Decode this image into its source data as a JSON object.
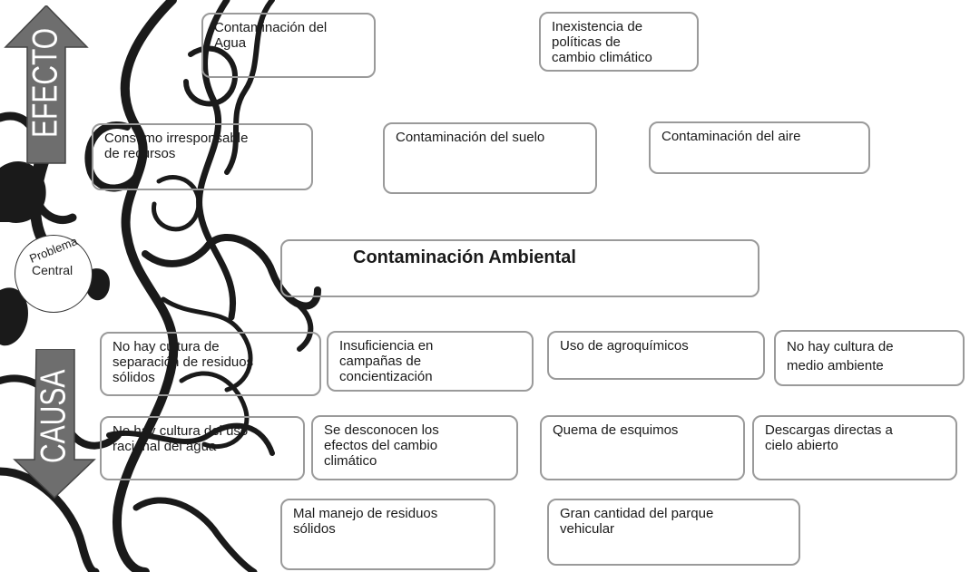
{
  "sides": {
    "effect_label": "EFECTO",
    "cause_label": "CAUSA",
    "circle_line1": "Problema",
    "circle_line2": "Central"
  },
  "central_problem": "Contaminación Ambiental",
  "effects": [
    "Contaminación del\nAgua",
    "Inexistencia de\npolíticas de\ncambio climático",
    "Consumo irresponsable\nde recursos",
    "Contaminación del suelo",
    "Contaminación del  aire"
  ],
  "causes": [
    "No hay cultura de\nseparación de residuos\nsólidos",
    "Insuficiencia en\ncampañas de\nconcientización",
    "Uso de agroquímicos",
    "No hay cultura de\nmedio ambiente",
    "No hay cultura del uso\nracional del agua",
    "Se desconocen los\nefectos del cambio\nclimático",
    "Quema de esquimos",
    "Descargas directas a\ncielo  abierto",
    "Mal manejo de residuos\nsólidos",
    "Gran cantidad del parque\nvehicular"
  ],
  "colors": {
    "box_border": "#9a9a9a",
    "arrow_fill": "#6e6e6e",
    "ornament": "#1a1a1a"
  }
}
